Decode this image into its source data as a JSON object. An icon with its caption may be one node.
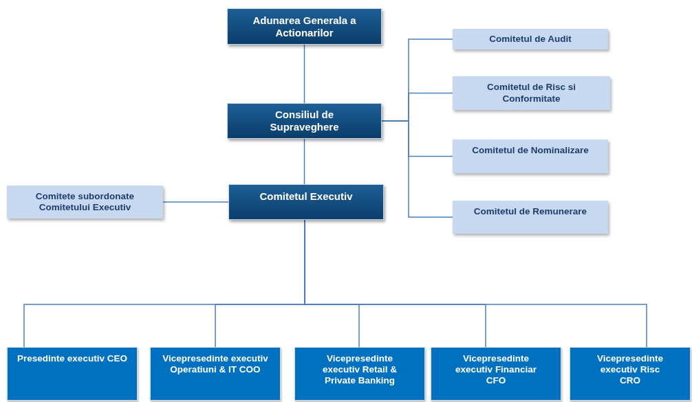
{
  "diagram": {
    "nodes": [
      {
        "text": [
          "Adunarea Generala a Actionarilor"
        ]
      },
      {
        "text": [
          "Consiliul de Supraveghere"
        ]
      },
      {
        "text": [
          "Comitetul Executiv"
        ]
      },
      {
        "text": [
          "Comitete subordonate Comitetului Executiv"
        ]
      },
      {
        "text": [
          "Comitetul de Audit"
        ]
      },
      {
        "text": [
          "Comitetul de Risc si Conformitate"
        ]
      },
      {
        "text": [
          "Comitetul de Nominalizare"
        ]
      },
      {
        "text": [
          "Comitetul de Remunerare"
        ]
      },
      {
        "text": [
          "Presedinte executiv CEO"
        ]
      },
      {
        "text": [
          "Vicepresedinte executiv Operatiuni & IT COO"
        ]
      },
      {
        "text": [
          "Vicepresedinte executiv Retail & Private Banking"
        ]
      },
      {
        "text": [
          "Vicepresedinte executiv Financiar CFO"
        ]
      },
      {
        "text": [
          "Vicepresedinte executiv Risc CRO"
        ]
      }
    ],
    "edges": [
      {
        "from": 0,
        "to": 1,
        "arrow": "none"
      },
      {
        "from": 1,
        "to": 2,
        "arrow": "none"
      },
      {
        "from": 2,
        "to": 3,
        "arrow": "none"
      },
      {
        "from": 1,
        "to": 4,
        "arrow": "none"
      },
      {
        "from": 1,
        "to": 5,
        "arrow": "none"
      },
      {
        "from": 1,
        "to": 6,
        "arrow": "none"
      },
      {
        "from": 1,
        "to": 7,
        "arrow": "none"
      },
      {
        "from": 2,
        "to": 8,
        "arrow": "none"
      },
      {
        "from": 2,
        "to": 9,
        "arrow": "none"
      },
      {
        "from": 2,
        "to": 10,
        "arrow": "none"
      },
      {
        "from": 2,
        "to": 11,
        "arrow": "none"
      },
      {
        "from": 2,
        "to": 12,
        "arrow": "none"
      }
    ]
  }
}
